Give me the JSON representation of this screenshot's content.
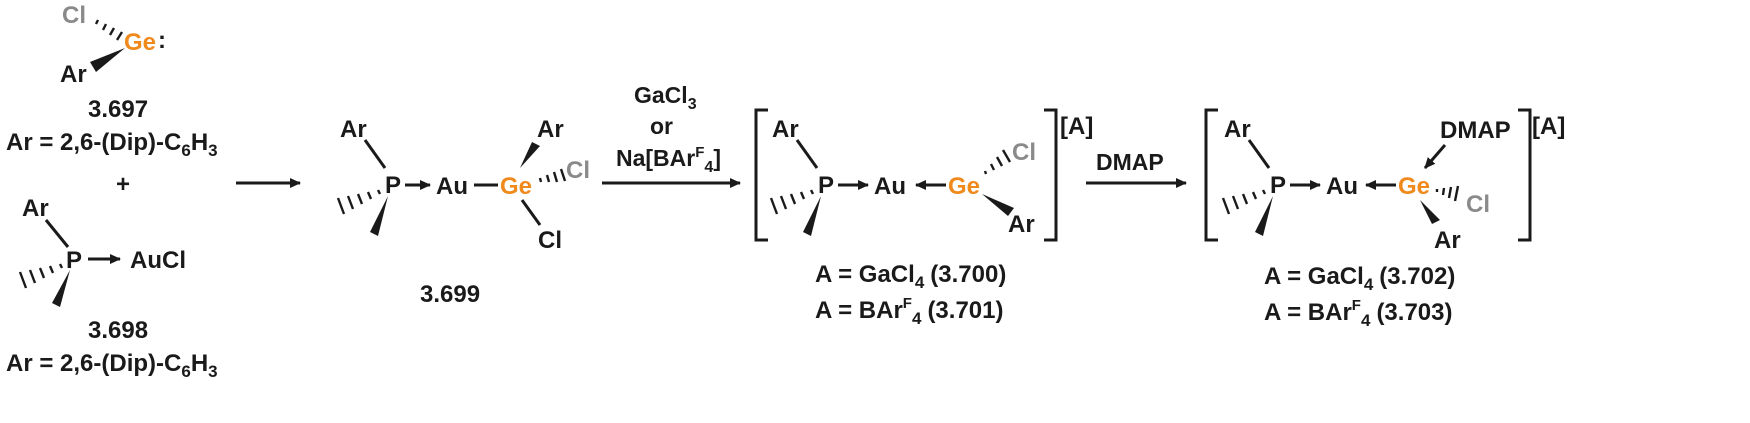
{
  "atoms": {
    "ar": "Ar",
    "p": "P",
    "au": "Au",
    "ge": "Ge",
    "cl": "Cl",
    "aucl": "AuCl",
    "dmap": "DMAP",
    "ge_lone_pair": ":"
  },
  "compounds": {
    "c3697": "3.697",
    "c3698": "3.698",
    "c3699": "3.699",
    "ar_def_prefix": "Ar = 2,6-(Dip)-C",
    "ar_def_sub": "6",
    "ar_def_h": "H",
    "ar_def_sub2": "3",
    "plus": "+"
  },
  "reagents": {
    "line1": "GaCl",
    "line1_sub": "3",
    "line2": "or",
    "line3_a": "Na[BAr",
    "line3_sup": "F",
    "line3_sub": "4",
    "line3_b": "]",
    "dmap": "DMAP"
  },
  "counterion": {
    "label": "[A]"
  },
  "anions_700": {
    "a_eq": "A = GaCl",
    "a_sub": "4",
    "a_num": "(3.700)",
    "b_eq": "A = BAr",
    "b_sup": "F",
    "b_sub": "4",
    "b_num": "(3.701)"
  },
  "anions_702": {
    "a_eq": "A = GaCl",
    "a_sub": "4",
    "a_num": "(3.702)",
    "b_eq": "A = BAr",
    "b_sup": "F",
    "b_sub": "4",
    "b_num": "(3.703)"
  },
  "colors": {
    "germanium": "#f08a1c",
    "chlorine": "#8a8a8a",
    "bond": "#1a1a1a"
  }
}
